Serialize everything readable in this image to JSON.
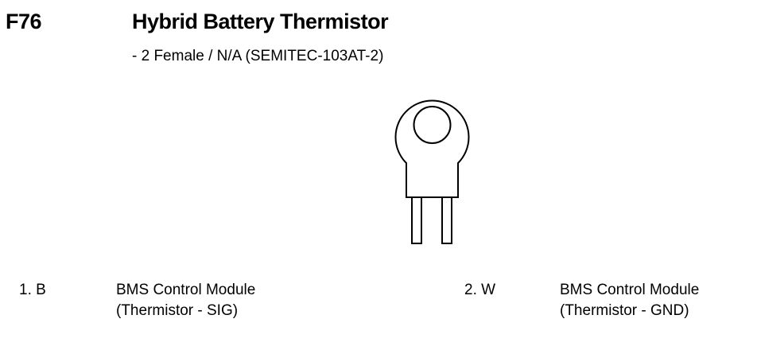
{
  "header": {
    "connector_code": "F76",
    "title": "Hybrid Battery Thermistor",
    "subtitle": "- 2 Female / N/A (SEMITEC-103AT-2)"
  },
  "diagram": {
    "icon": "thermistor-connector-icon"
  },
  "pins": [
    {
      "number": "1. B",
      "destination": "BMS Control Module",
      "signal": "(Thermistor - SIG)"
    },
    {
      "number": "2. W",
      "destination": "BMS Control Module",
      "signal": "(Thermistor - GND)"
    }
  ]
}
